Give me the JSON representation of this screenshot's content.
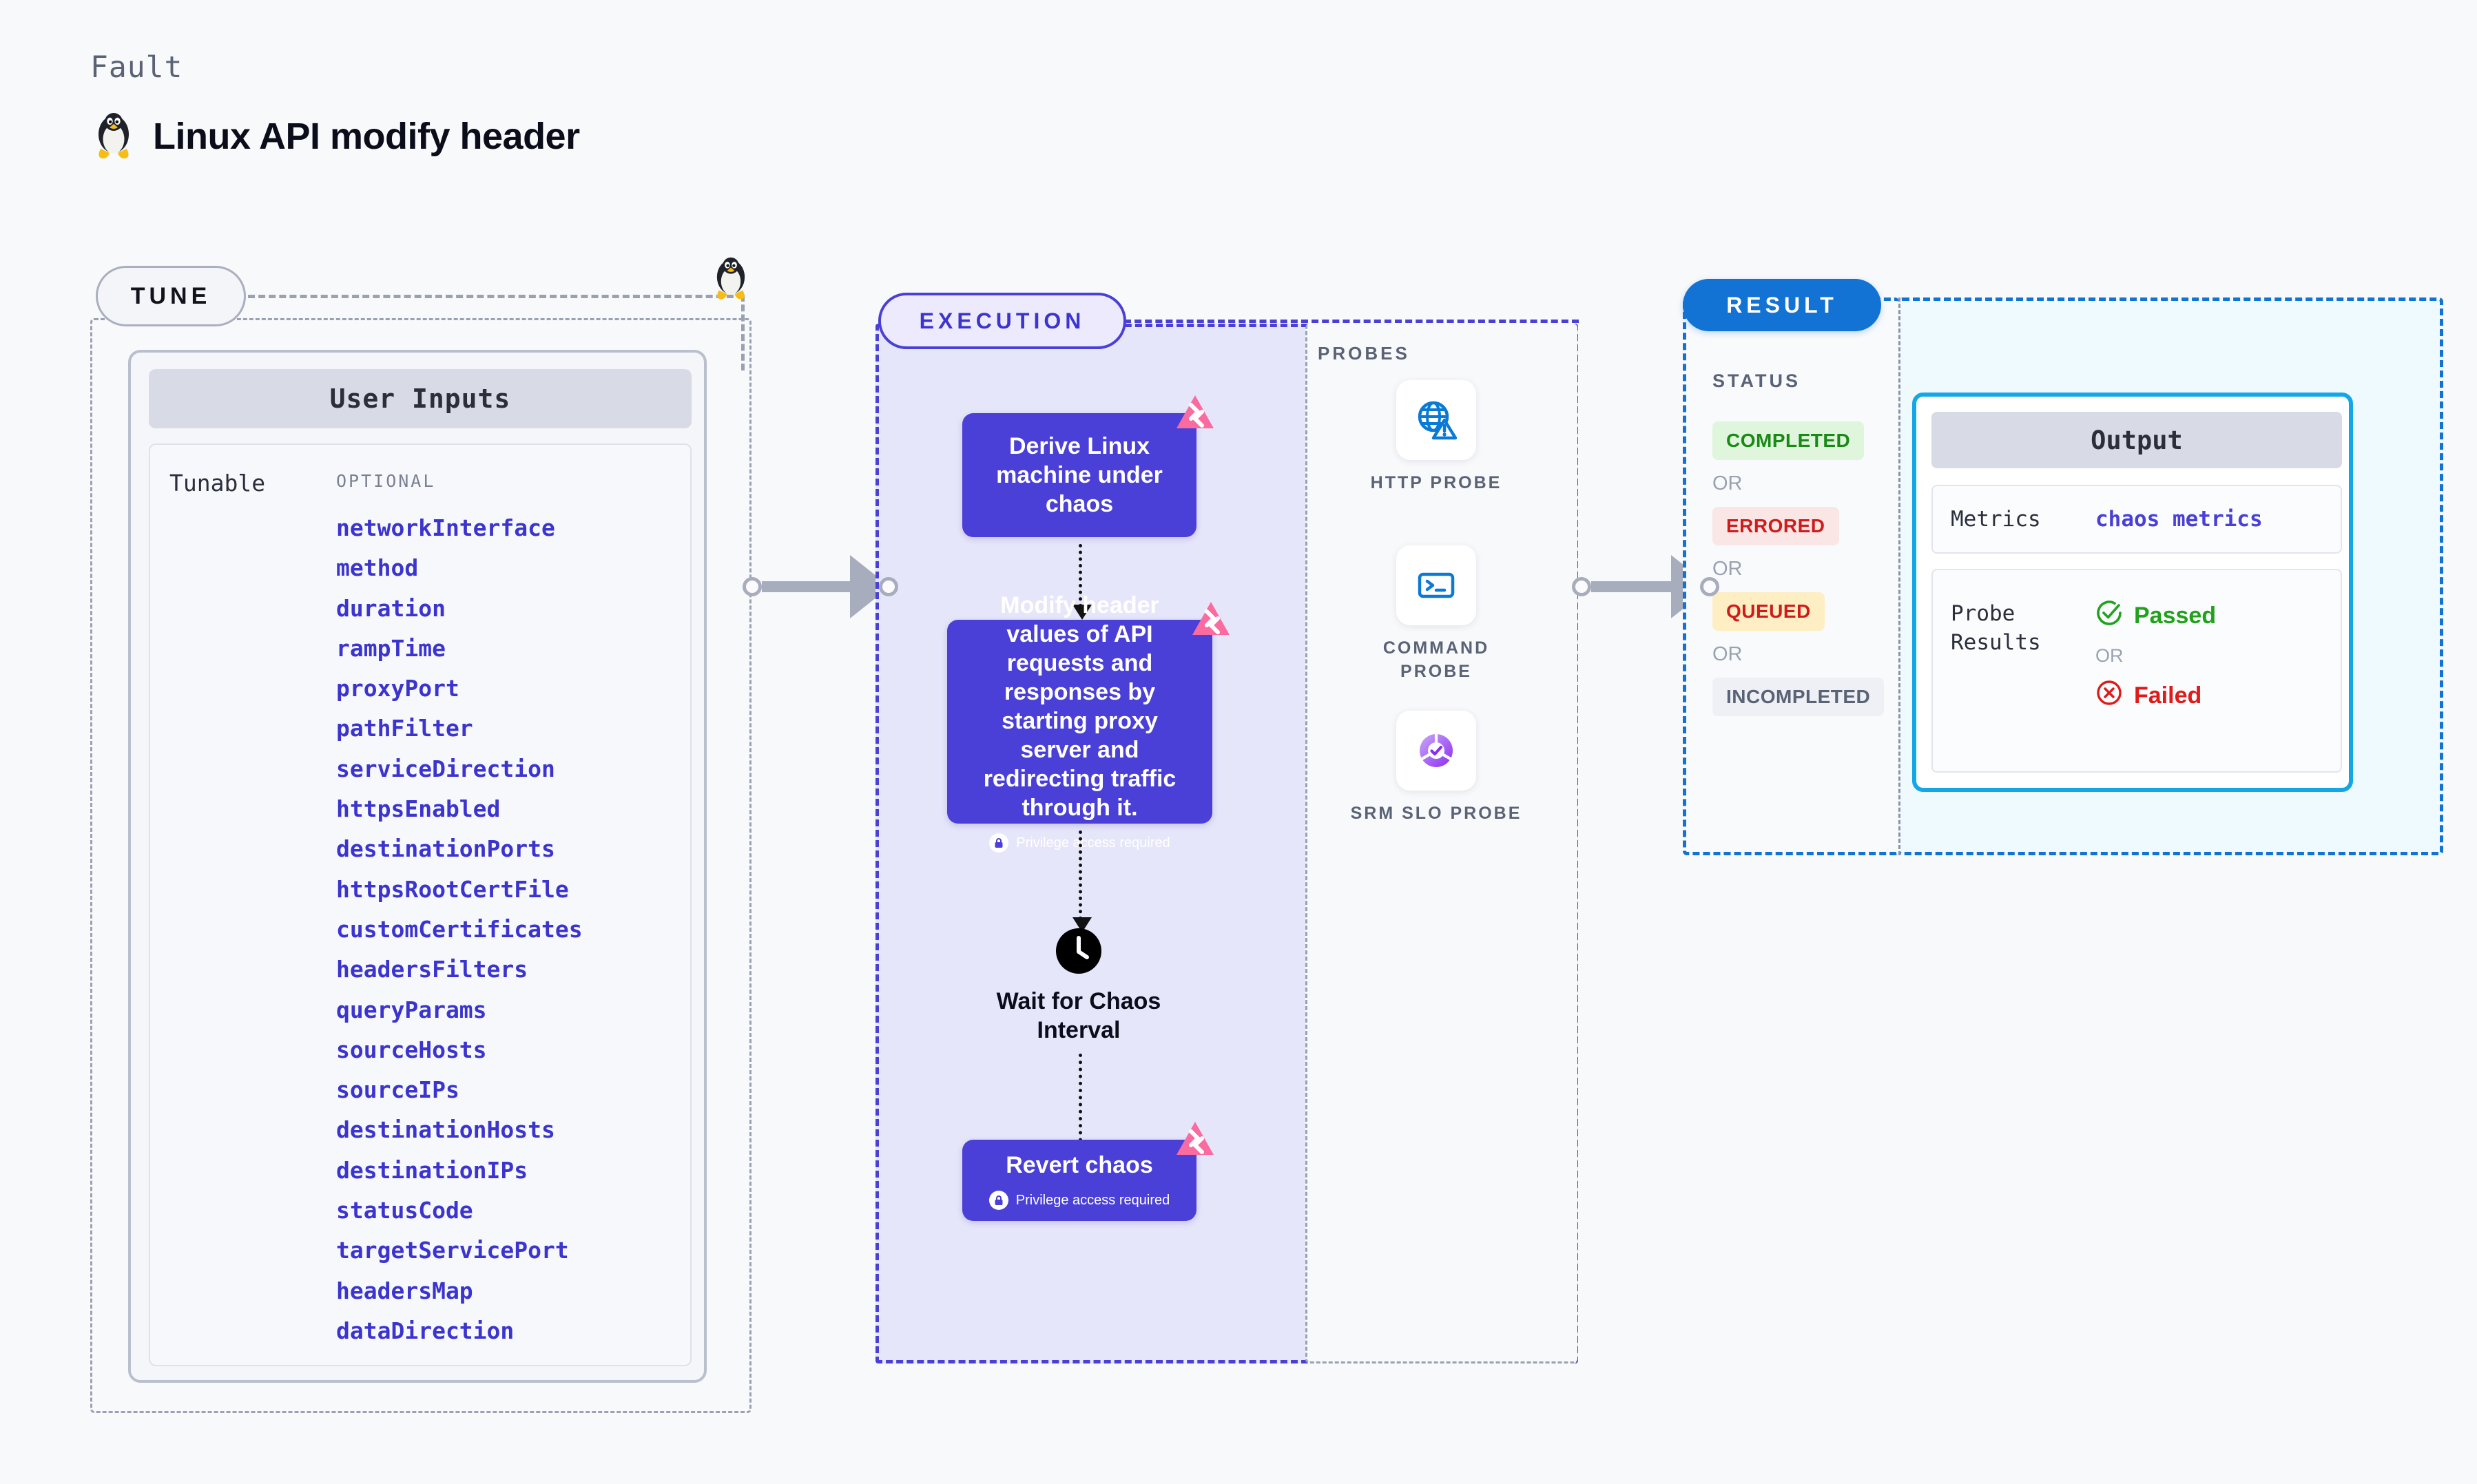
{
  "header": {
    "kicker": "Fault",
    "title": "Linux API modify header",
    "os_icon": "linux-penguin-icon"
  },
  "tune": {
    "pill_label": "TUNE",
    "card_title": "User Inputs",
    "row_label": "Tunable",
    "group_label": "OPTIONAL",
    "parameters": [
      "networkInterface",
      "method",
      "duration",
      "rampTime",
      "proxyPort",
      "pathFilter",
      "serviceDirection",
      "httpsEnabled",
      "destinationPorts",
      "httpsRootCertFile",
      "customCertificates",
      "headersFilters",
      "queryParams",
      "sourceHosts",
      "sourceIPs",
      "destinationHosts",
      "destinationIPs",
      "statusCode",
      "targetServicePort",
      "headersMap",
      "dataDirection"
    ]
  },
  "execution": {
    "pill_label": "EXECUTION",
    "steps": [
      {
        "text": "Derive Linux machine under chaos",
        "privilege_note": "",
        "has_privilege": false,
        "chaos_mark": "chaos-marker-icon"
      },
      {
        "text": "Modify header values of API requests and responses by starting proxy server and redirecting traffic through it.",
        "privilege_note": "Privilege access required",
        "has_privilege": true,
        "chaos_mark": "chaos-marker-icon"
      },
      {
        "text": "Revert chaos",
        "privilege_note": "Privilege access required",
        "has_privilege": true,
        "chaos_mark": "chaos-marker-icon"
      }
    ],
    "wait_node": {
      "icon": "clock-icon",
      "label": "Wait for Chaos Interval"
    }
  },
  "probes": {
    "section_label": "PROBES",
    "items": [
      {
        "name": "HTTP PROBE",
        "icon": "globe-warning-icon"
      },
      {
        "name": "COMMAND PROBE",
        "icon": "terminal-icon"
      },
      {
        "name": "SRM SLO PROBE",
        "icon": "slo-check-icon"
      }
    ]
  },
  "result": {
    "pill_label": "RESULT",
    "status_label": "STATUS",
    "or_label": "OR",
    "statuses": [
      {
        "label": "COMPLETED",
        "bg": "#dff5dc",
        "fg": "#1a8a16"
      },
      {
        "label": "ERRORED",
        "bg": "#fbe6e6",
        "fg": "#cf1b1b"
      },
      {
        "label": "QUEUED",
        "bg": "#fdeec3",
        "fg": "#cf1b1b"
      },
      {
        "label": "INCOMPLETED",
        "bg": "#eef0f5",
        "fg": "#5a6275"
      }
    ]
  },
  "output": {
    "card_title": "Output",
    "metrics_key": "Metrics",
    "metrics_value": "chaos metrics",
    "probe_results_key": "Probe\nResults",
    "or_label": "OR",
    "passed_label": "Passed",
    "failed_label": "Failed",
    "passed_color": "#22a21c",
    "failed_color": "#e01919"
  },
  "colors": {
    "accent_indigo": "#4a3fd6",
    "accent_blue": "#1273d4",
    "accent_cyan": "#13a7e8",
    "chaos_pink": "#fa6ba0",
    "muted": "#9aa1b1",
    "canvas": "#f8f9fb"
  }
}
